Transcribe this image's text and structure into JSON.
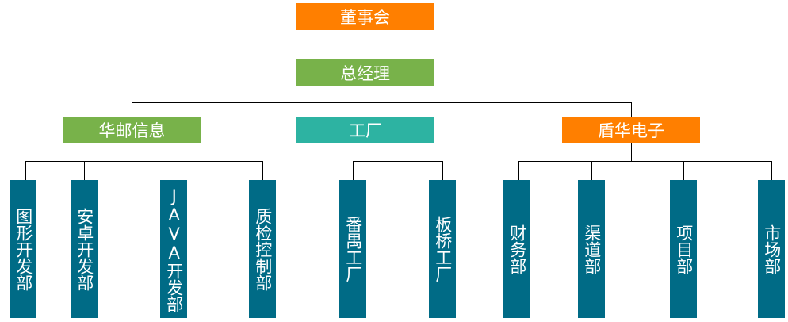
{
  "org_chart": {
    "root": {
      "label": "董事会",
      "color": "#ff7f00"
    },
    "level2": {
      "label": "总经理",
      "color": "#78b24a"
    },
    "divisions": [
      {
        "label": "华邮信息",
        "color": "#78b24a",
        "departments": [
          "图形开发部",
          "安卓开发部",
          "JAVA开发部",
          "质检控制部"
        ]
      },
      {
        "label": "工厂",
        "color": "#2db3a2",
        "departments": [
          "番禺工厂",
          "板桥工厂"
        ]
      },
      {
        "label": "盾华电子",
        "color": "#ff7f00",
        "departments": [
          "财务部",
          "渠道部",
          "项目部",
          "市场部"
        ]
      }
    ],
    "department_color": "#006b86",
    "connector_color": "#000000"
  }
}
